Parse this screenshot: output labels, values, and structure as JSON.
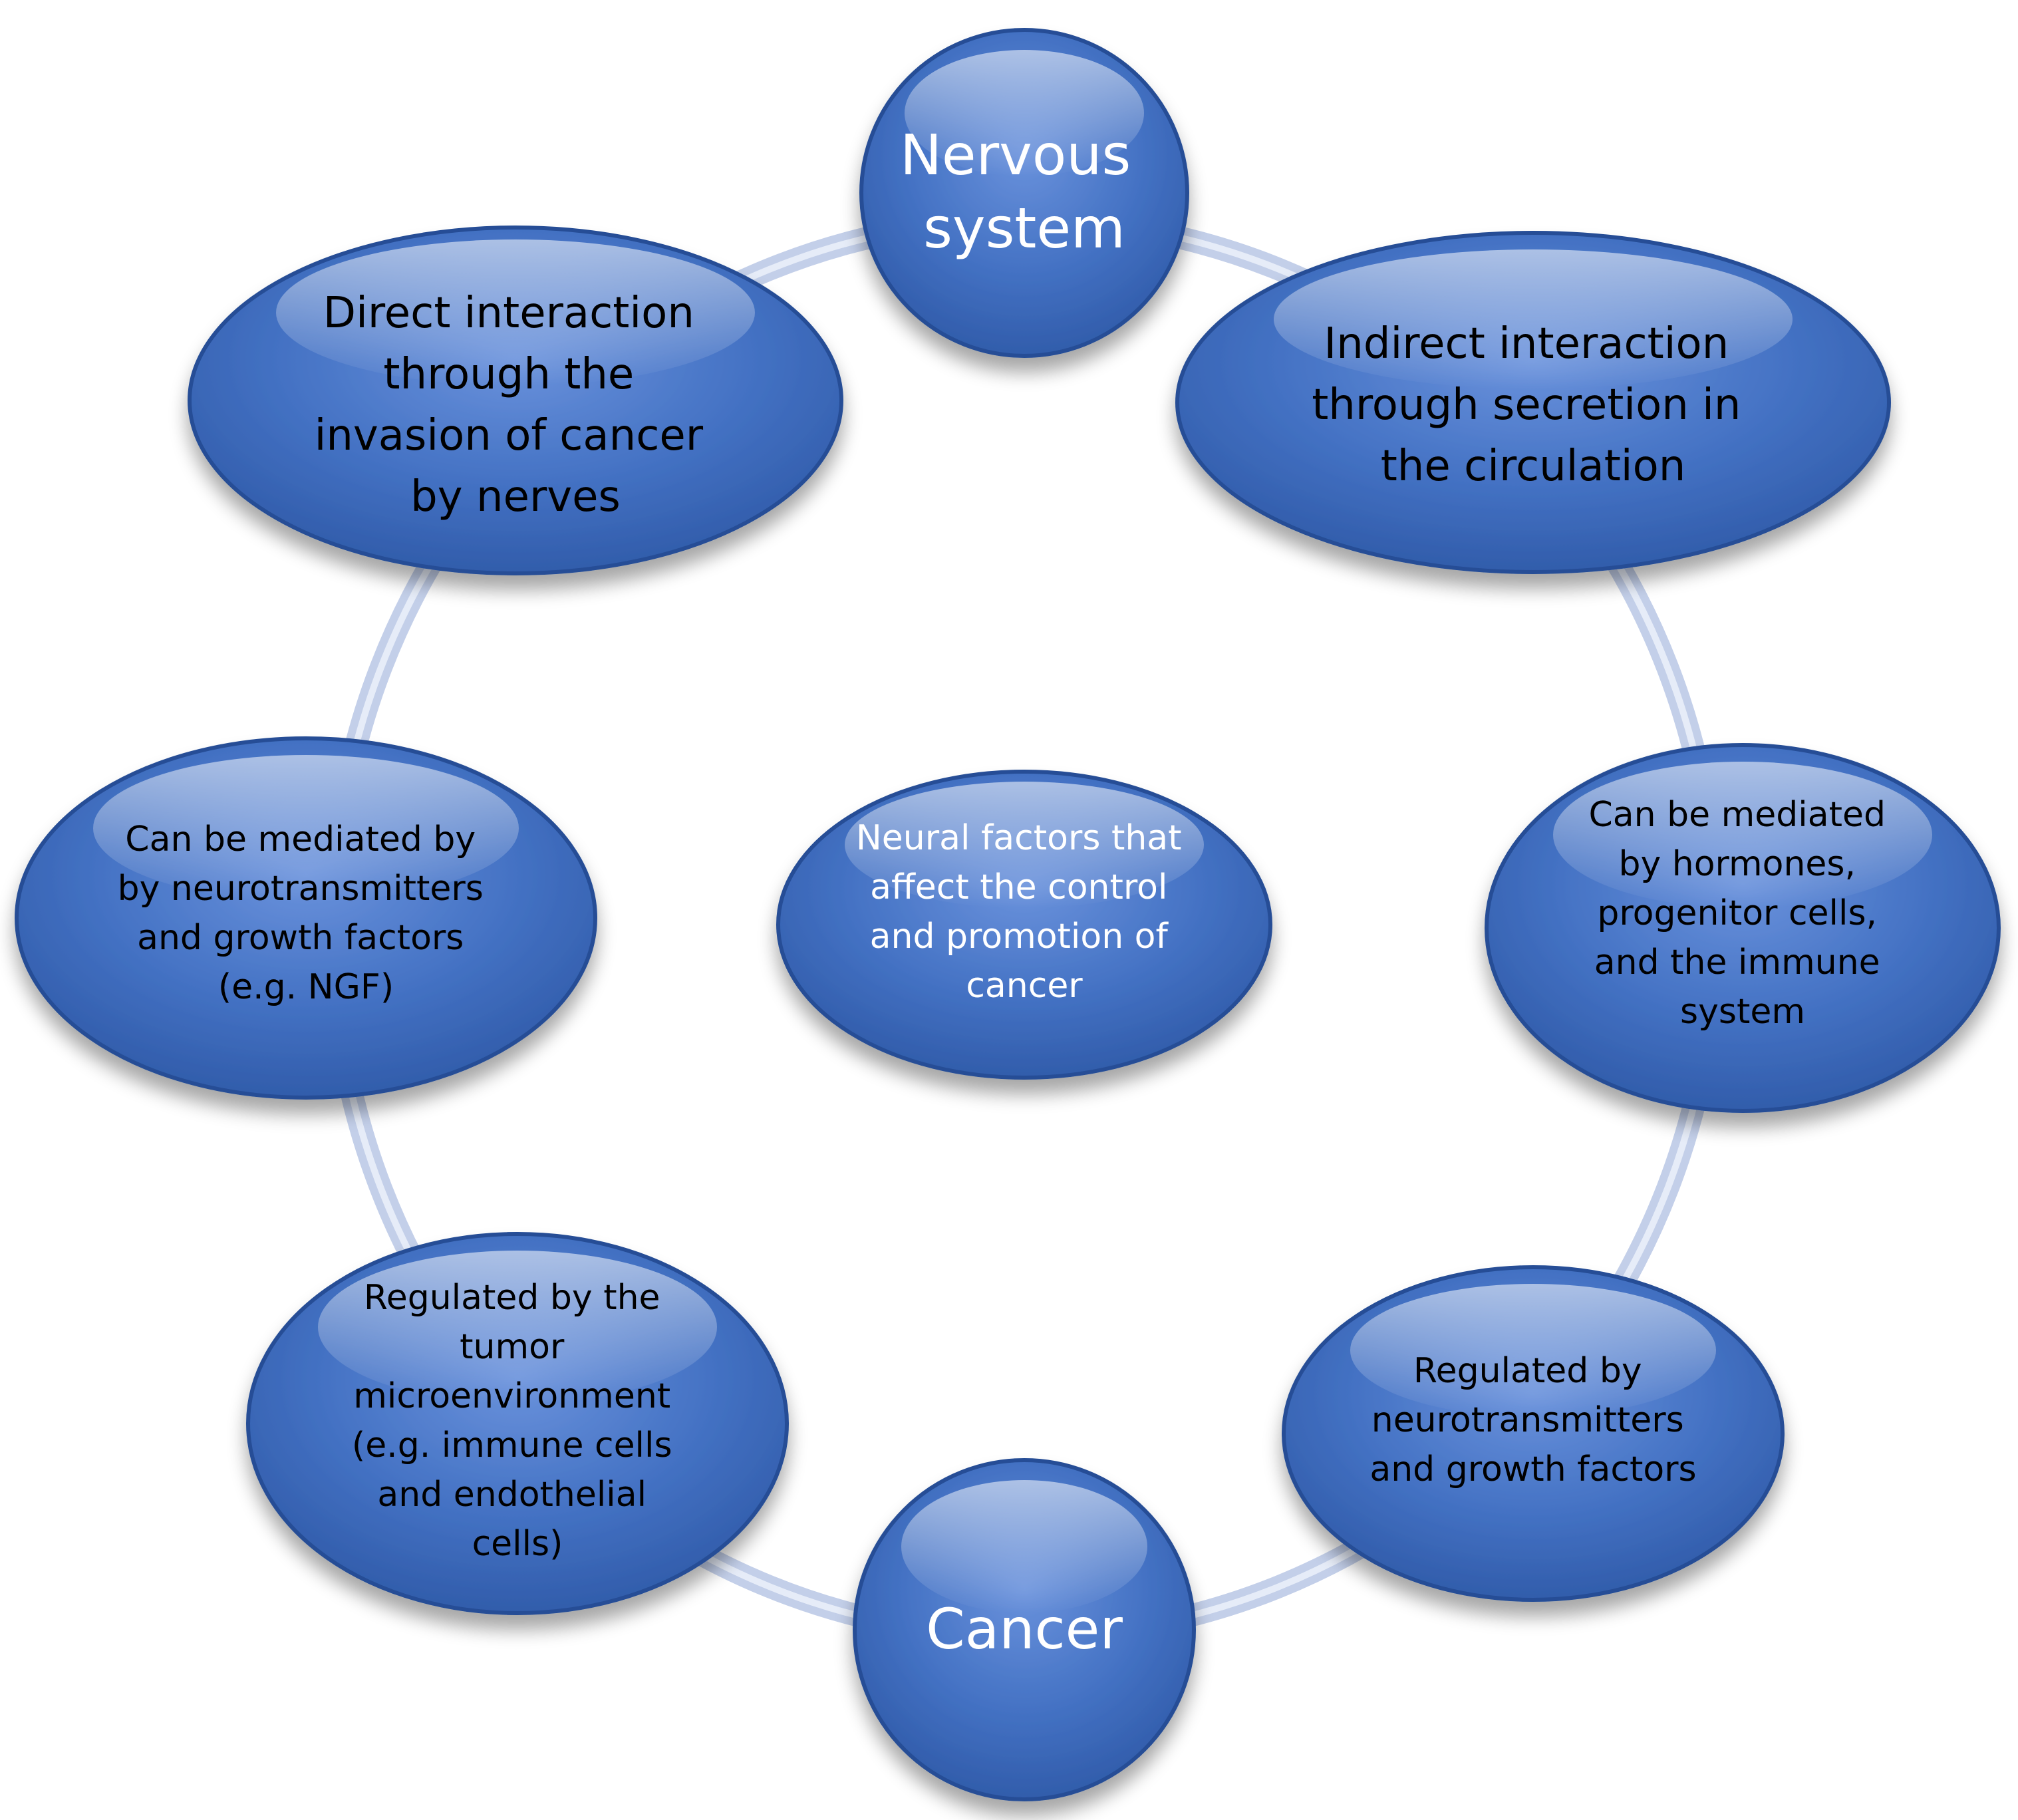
{
  "nodes": {
    "nervous_system": {
      "lines": [
        "Nervous",
        "system"
      ],
      "text_color": "#ffffff"
    },
    "direct_interaction": {
      "lines": [
        "Direct interaction",
        "through the",
        "invasion of cancer",
        "by nerves"
      ],
      "text_color": "#000000"
    },
    "indirect_interaction": {
      "lines": [
        "Indirect interaction",
        "through secretion in",
        "the circulation"
      ],
      "text_color": "#000000"
    },
    "center": {
      "lines": [
        "Neural factors that",
        "affect the control",
        "and promotion of",
        "cancer"
      ],
      "text_color": "#ffffff"
    },
    "mediated_neurotransmitters": {
      "lines": [
        "Can be mediated by",
        "by neurotransmitters",
        "and growth factors",
        "(e.g. NGF)"
      ],
      "text_color": "#000000"
    },
    "mediated_hormones": {
      "lines": [
        "Can be mediated",
        "by hormones,",
        "progenitor cells,",
        "and the immune",
        "system"
      ],
      "text_color": "#000000"
    },
    "regulated_microenvironment": {
      "lines": [
        "Regulated by the",
        "tumor",
        "microenvironment",
        "(e.g. immune cells",
        "and endothelial",
        "cells)"
      ],
      "text_color": "#000000"
    },
    "regulated_neurotransmitters": {
      "lines": [
        "Regulated by",
        "neurotransmitters",
        "and growth factors"
      ],
      "text_color": "#000000"
    },
    "cancer": {
      "lines": [
        "Cancer"
      ],
      "text_color": "#ffffff"
    }
  },
  "colors": {
    "node_fill_light": "#6a92dc",
    "node_fill_mid": "#4472c4",
    "node_fill_dark": "#2f5aa8",
    "node_stroke": "#254e96",
    "ring": "#c3cfe9"
  }
}
